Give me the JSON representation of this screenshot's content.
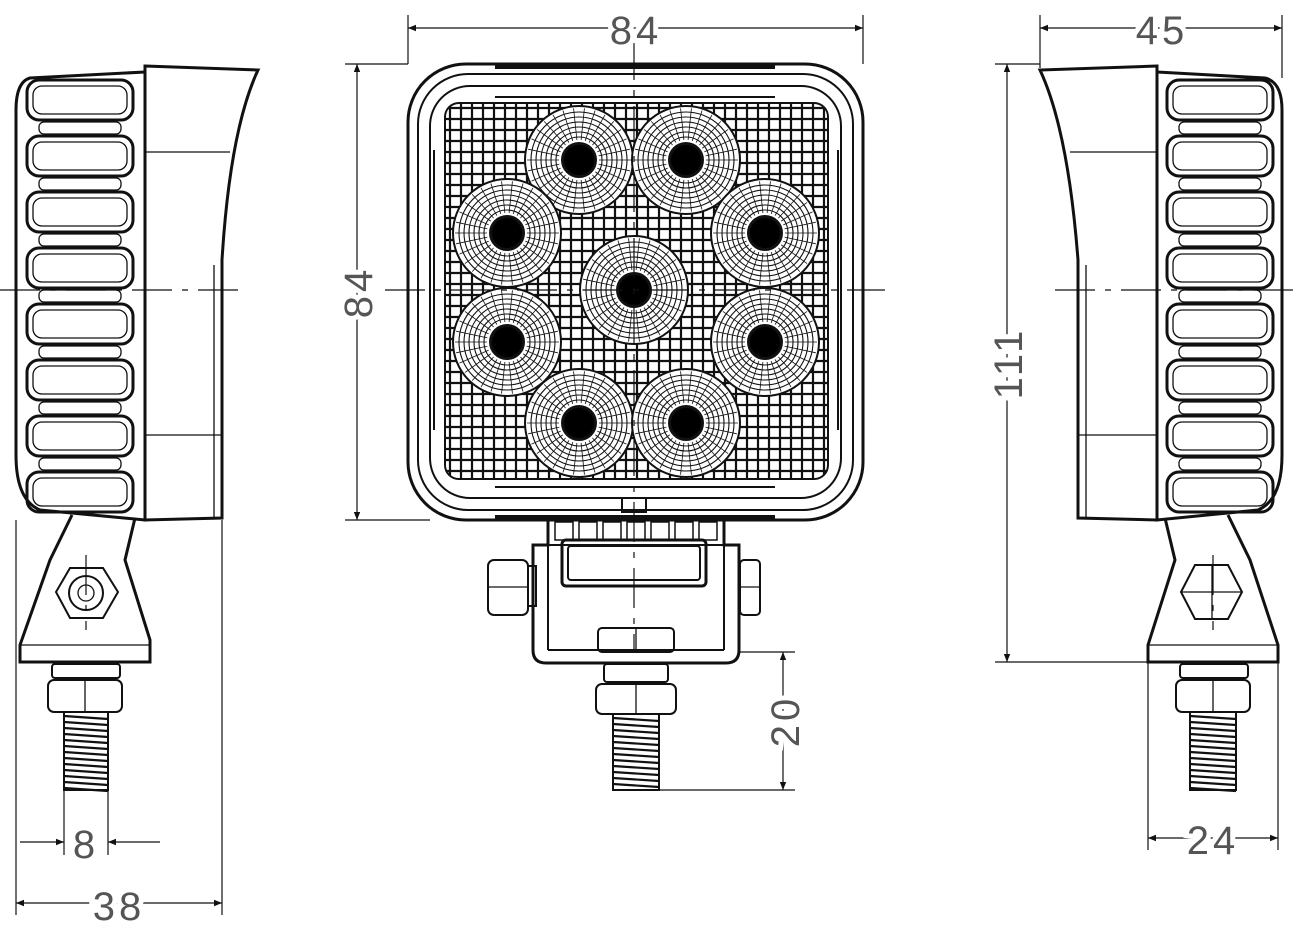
{
  "dimensions": {
    "front_width": "84",
    "front_height": "84",
    "side_depth": "45",
    "total_height": "111",
    "bolt_length": "20",
    "bolt_diameter": "8",
    "side_width": "38",
    "bracket_width": "24"
  },
  "led_count": 9,
  "colors": {
    "line": "#111111",
    "dimension_text": "#555555",
    "background": "#ffffff"
  }
}
